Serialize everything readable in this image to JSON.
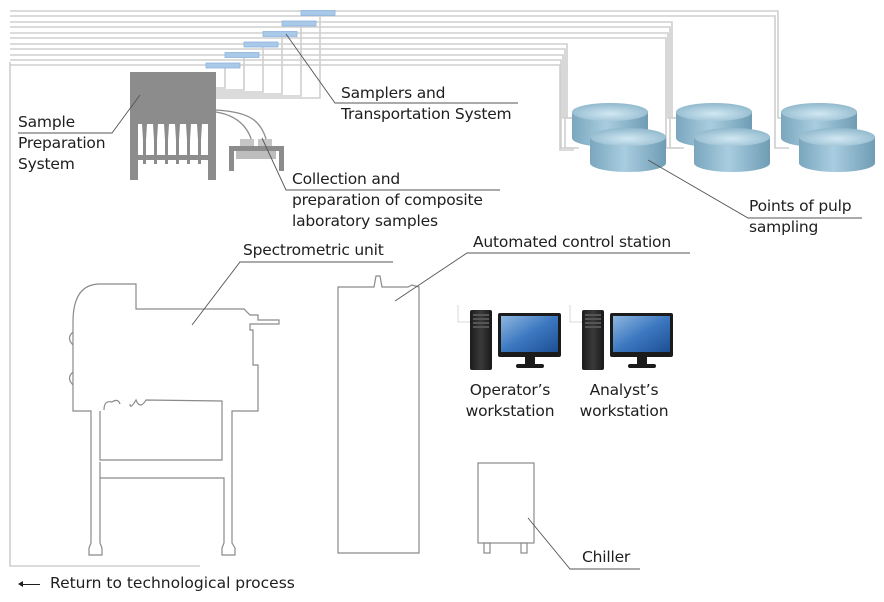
{
  "diagram": {
    "title": "Analytical system layout",
    "colors": {
      "pipe": "#cfcfcf",
      "sampler": "#a9c9e9",
      "sample_prep": "#8c8c8c",
      "tank": "#8fb8cc",
      "outline": "#8a8a8a",
      "leader": "#555555",
      "screen": "#3d6fa8"
    },
    "labels": {
      "samplers": [
        "Samplers and",
        "Transportation System"
      ],
      "sample_prep": [
        "Sample",
        "Preparation",
        "System"
      ],
      "collection": [
        "Collection and",
        "preparation of composite",
        "laboratory samples"
      ],
      "pulp_points": [
        "Points of pulp",
        "sampling"
      ],
      "spectrometric": "Spectrometric unit",
      "control_station": "Automated control station",
      "operator_ws": [
        "Operator’s",
        "workstation"
      ],
      "analyst_ws": [
        "Analyst’s",
        "workstation"
      ],
      "chiller": "Chiller"
    },
    "footer": {
      "arrow_icon": "arrow-left-icon",
      "text": "Return to technological process"
    },
    "counts": {
      "samplers": 6,
      "tanks": 6,
      "workstations": 2
    }
  }
}
